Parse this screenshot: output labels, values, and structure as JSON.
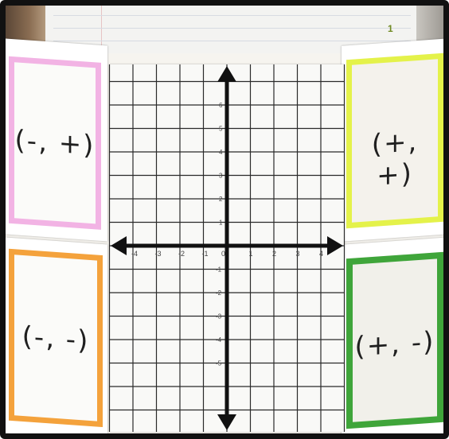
{
  "page_mark": "1",
  "quadrants": {
    "top_left": {
      "label": "(-, +)",
      "border_color": "#f2b3e4"
    },
    "top_right": {
      "label": "(+, +)",
      "border_color": "#e4f24a"
    },
    "bottom_left": {
      "label": "(-, -)",
      "border_color": "#f4a23c"
    },
    "bottom_right": {
      "label": "(+, -)",
      "border_color": "#3fa53a"
    }
  },
  "axes": {
    "x_ticks": [
      "-4",
      "-3",
      "-2",
      "-1",
      "0",
      "1",
      "2",
      "3",
      "4"
    ],
    "y_ticks": [
      "6",
      "5",
      "4",
      "3",
      "2",
      "1",
      "-1",
      "-2",
      "-3",
      "-4",
      "-5"
    ]
  }
}
